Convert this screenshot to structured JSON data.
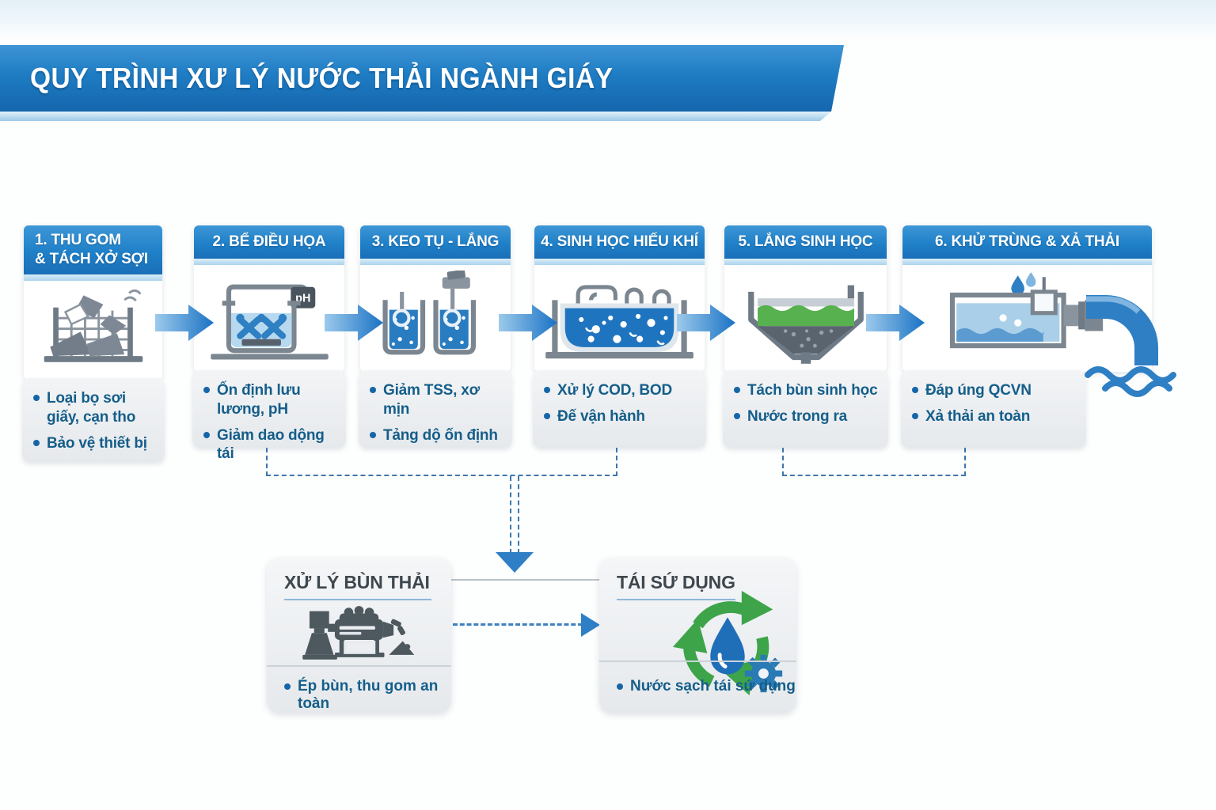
{
  "title": "QUY TRÌNH XƯ LÝ NƯỚC THẢI NGÀNH GIÁY",
  "steps": [
    {
      "header": "1. THU GOM\n& TÁCH XỞ SỢI",
      "icon": "bar-screen-icon",
      "bullets": [
        "Loại bọ sơi giấy, cạn tho",
        "Bảo vệ thiết bị"
      ]
    },
    {
      "header": "2. BỂ ĐIỀU HỌA",
      "icon": "equalization-tank-icon",
      "badge": "pH",
      "bullets": [
        "Ốn định lưu lương, pH",
        "Giảm dao dộng tái"
      ]
    },
    {
      "header": "3. KEO TỤ - LẮNG",
      "icon": "coagulation-settling-icon",
      "bullets": [
        "Giảm TSS, xơ mịn",
        "Tảng dộ ốn định"
      ]
    },
    {
      "header": "4. SINH HỌC HIẾU KHÍ",
      "icon": "aeration-tank-icon",
      "bullets": [
        "Xử lý COD, BOD",
        "Đế vận hành"
      ]
    },
    {
      "header": "5. LẮNG SINH HỌC",
      "icon": "clarifier-icon",
      "bullets": [
        "Tách bùn sinh học",
        "Nước trong ra"
      ]
    },
    {
      "header": "6. KHỬ TRÙNG & XẢ THẢI",
      "icon": "disinfection-discharge-icon",
      "bullets": [
        "Đáp úng QCVN",
        "Xả thải an toàn"
      ]
    }
  ],
  "bottom": {
    "sludge": {
      "title": "XỬ LÝ BÙN THẢI",
      "icon": "sludge-press-icon",
      "bullets": [
        "Ép bùn, thu gom an toàn"
      ]
    },
    "reuse": {
      "title": "TÁI SỨ DỤNG",
      "icon": "water-reuse-recycle-icon",
      "bullets": [
        "Nước sạch tái sứ dụng"
      ]
    }
  },
  "colors": {
    "banner_blue": "#1e7cc3",
    "header_blue": "#1f80c8",
    "header_strip": "#a9d3ee",
    "arrow_dark": "#1a72c4",
    "arrow_light": "#8ec2ea",
    "dash_blue": "#3f76ad",
    "bullet_text": "#155e8a",
    "bullet_dot": "#1565a8",
    "water_blue": "#2a7cc0",
    "water_light": "#aed3ec",
    "icon_gray": "#76828d",
    "icon_dark": "#4e585f",
    "clarifier_green": "#57b14e",
    "recycle_green": "#3da44a",
    "box_gray": "#e8ebee"
  }
}
